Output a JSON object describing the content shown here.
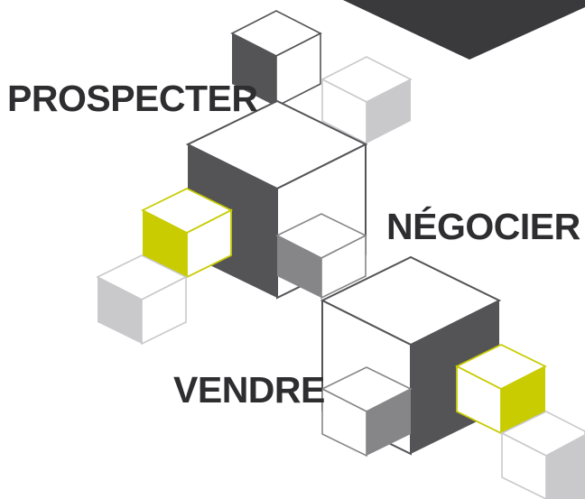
{
  "labels": {
    "prospect": "PROSPECTER",
    "negotiate": "NÉGOCIER",
    "sell": "VENDRE"
  },
  "colors": {
    "background": "#ffffff",
    "dark": "#545457",
    "darker": "#3a3a3d",
    "medium": "#868688",
    "light": "#c9c9cb",
    "accent": "#c8cc00",
    "outline": "#545457",
    "text": "#2e2e30"
  }
}
